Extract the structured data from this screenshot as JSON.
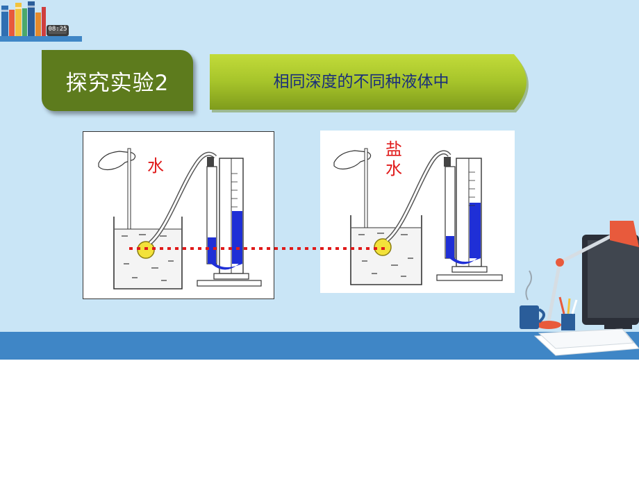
{
  "header": {
    "title": "探究实验2",
    "subtitle": "相同深度的不同种液体中",
    "clock": "08:25"
  },
  "figure": {
    "left_liquid_label": "水",
    "right_liquid_label_line1": "盐",
    "right_liquid_label_line2": "水"
  },
  "colors": {
    "slide_background": "#c9e5f6",
    "title_box": "#5d7b1d",
    "subtitle_banner": "#a6c42a",
    "subtitle_text": "#1a2f7a",
    "liquid_label": "#e01a1a",
    "manometer_liquid": "#1f2fd6",
    "bottom_band": "#3f86c6"
  },
  "decor_icons": [
    "books-icon",
    "alarm-clock-icon",
    "desk-lamp-icon",
    "monitor-icon",
    "coffee-mug-icon",
    "pencil-cup-icon",
    "paper-stack-icon"
  ]
}
